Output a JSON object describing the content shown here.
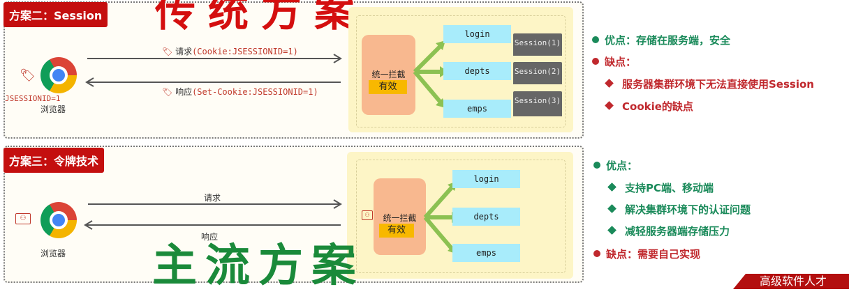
{
  "annotations": {
    "traditional": "传统方案",
    "mainstream": "主流方案"
  },
  "session_plan": {
    "title": "方案二：Session",
    "request": {
      "prefix": "请求",
      "detail": "(Cookie:JSESSIONID=1)"
    },
    "response": {
      "prefix": "响应",
      "detail": "(Set-Cookie:JSESSIONID=1)"
    },
    "cookie_label": "JSESSIONID=1",
    "browser": "浏览器",
    "gateway": "统一拦截",
    "gateway_status": "有效",
    "endpoints": [
      "login",
      "depts",
      "emps"
    ],
    "sessions": [
      "Session(1)",
      "Session(2)",
      "Session(3)"
    ],
    "pros_label": "优点：存储在服务端，安全",
    "cons_label": "缺点：",
    "cons": [
      "服务器集群环境下无法直接使用Session",
      "Cookie的缺点"
    ]
  },
  "token_plan": {
    "title": "方案三：令牌技术",
    "request": "请求",
    "response": "响应",
    "browser": "浏览器",
    "gateway": "统一拦截",
    "gateway_status": "有效",
    "endpoints": [
      "login",
      "depts",
      "emps"
    ],
    "pros_label": "优点：",
    "pros": [
      "支持PC端、移动端",
      "解决集群环境下的认证问题",
      "减轻服务器端存储压力"
    ],
    "cons_label": "缺点：需要自己实现"
  },
  "footer": {
    "banner": "高级软件人才"
  },
  "colors": {
    "red": "#c40f0f",
    "green": "#1a8a5a",
    "cyan": "#a8ecfb",
    "orange": "#f8b88f",
    "yellow": "#fdf5c6"
  }
}
